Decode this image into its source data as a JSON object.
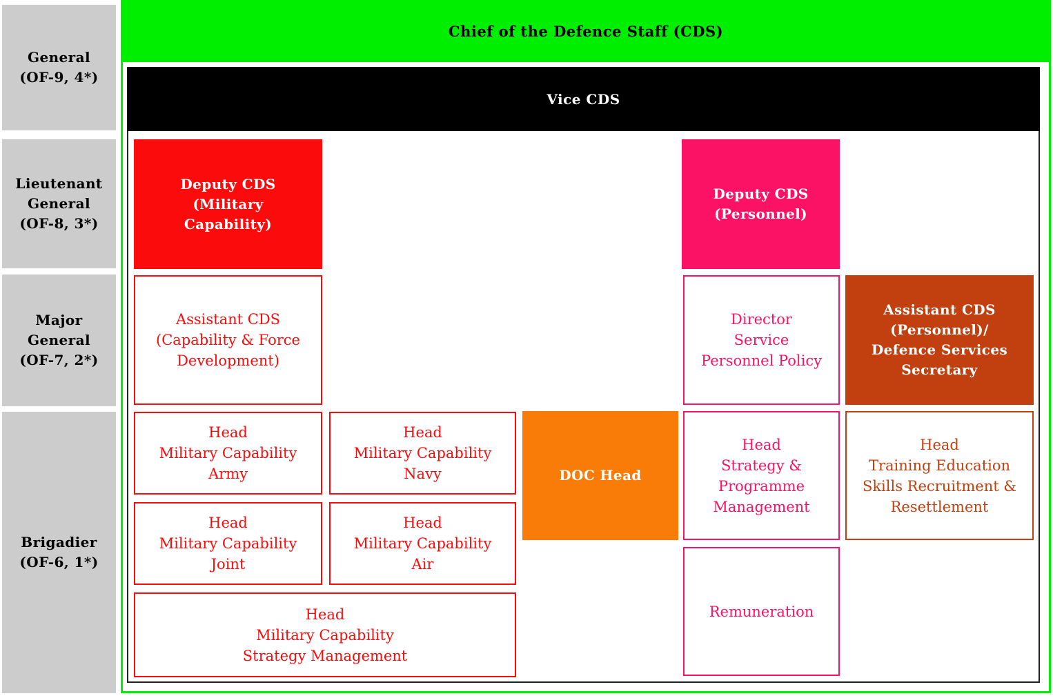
{
  "palette": {
    "green": "#00EE00",
    "black": "#000000",
    "red": "#FB0B0B",
    "pink": "#FC1264",
    "rust_brown": "#C24010",
    "orange": "#F97C08",
    "gray": "#CCCCCC"
  },
  "sidebar": {
    "ranks": [
      {
        "label": "General\n(OF-9, 4*)"
      },
      {
        "label": "Lieutenant\nGeneral\n(OF-8, 3*)"
      },
      {
        "label": "Major\nGeneral\n(OF-7, 2*)"
      },
      {
        "label": "Brigadier\n(OF-6, 1*)"
      }
    ]
  },
  "org": {
    "title": "Chief of the Defence Staff (CDS)",
    "vice": "Vice CDS",
    "boxes": {
      "deputy_mc": "Deputy CDS\n(Military\nCapability)",
      "deputy_pers": "Deputy CDS\n(Personnel)",
      "asst_cfd": "Assistant CDS\n(Capability & Force\nDevelopment)",
      "dir_spp": "Director\nService\nPersonnel Policy",
      "asst_pers": "Assistant CDS\n(Personnel)/\nDefence Services\nSecretary",
      "head_army": "Head\nMilitary Capability\nArmy",
      "head_navy": "Head\nMilitary Capability\nNavy",
      "doc_head": "DOC Head",
      "head_spm": "Head\nStrategy &\nProgramme\nManagement",
      "head_tesrr": "Head\nTraining Education\nSkills Recruitment &\nResettlement",
      "head_joint": "Head\nMilitary Capability\nJoint",
      "head_air": "Head\nMilitary Capability\nAir",
      "head_sm": "Head\nMilitary Capability\nStrategy Management",
      "remuneration": "Remuneration"
    }
  }
}
